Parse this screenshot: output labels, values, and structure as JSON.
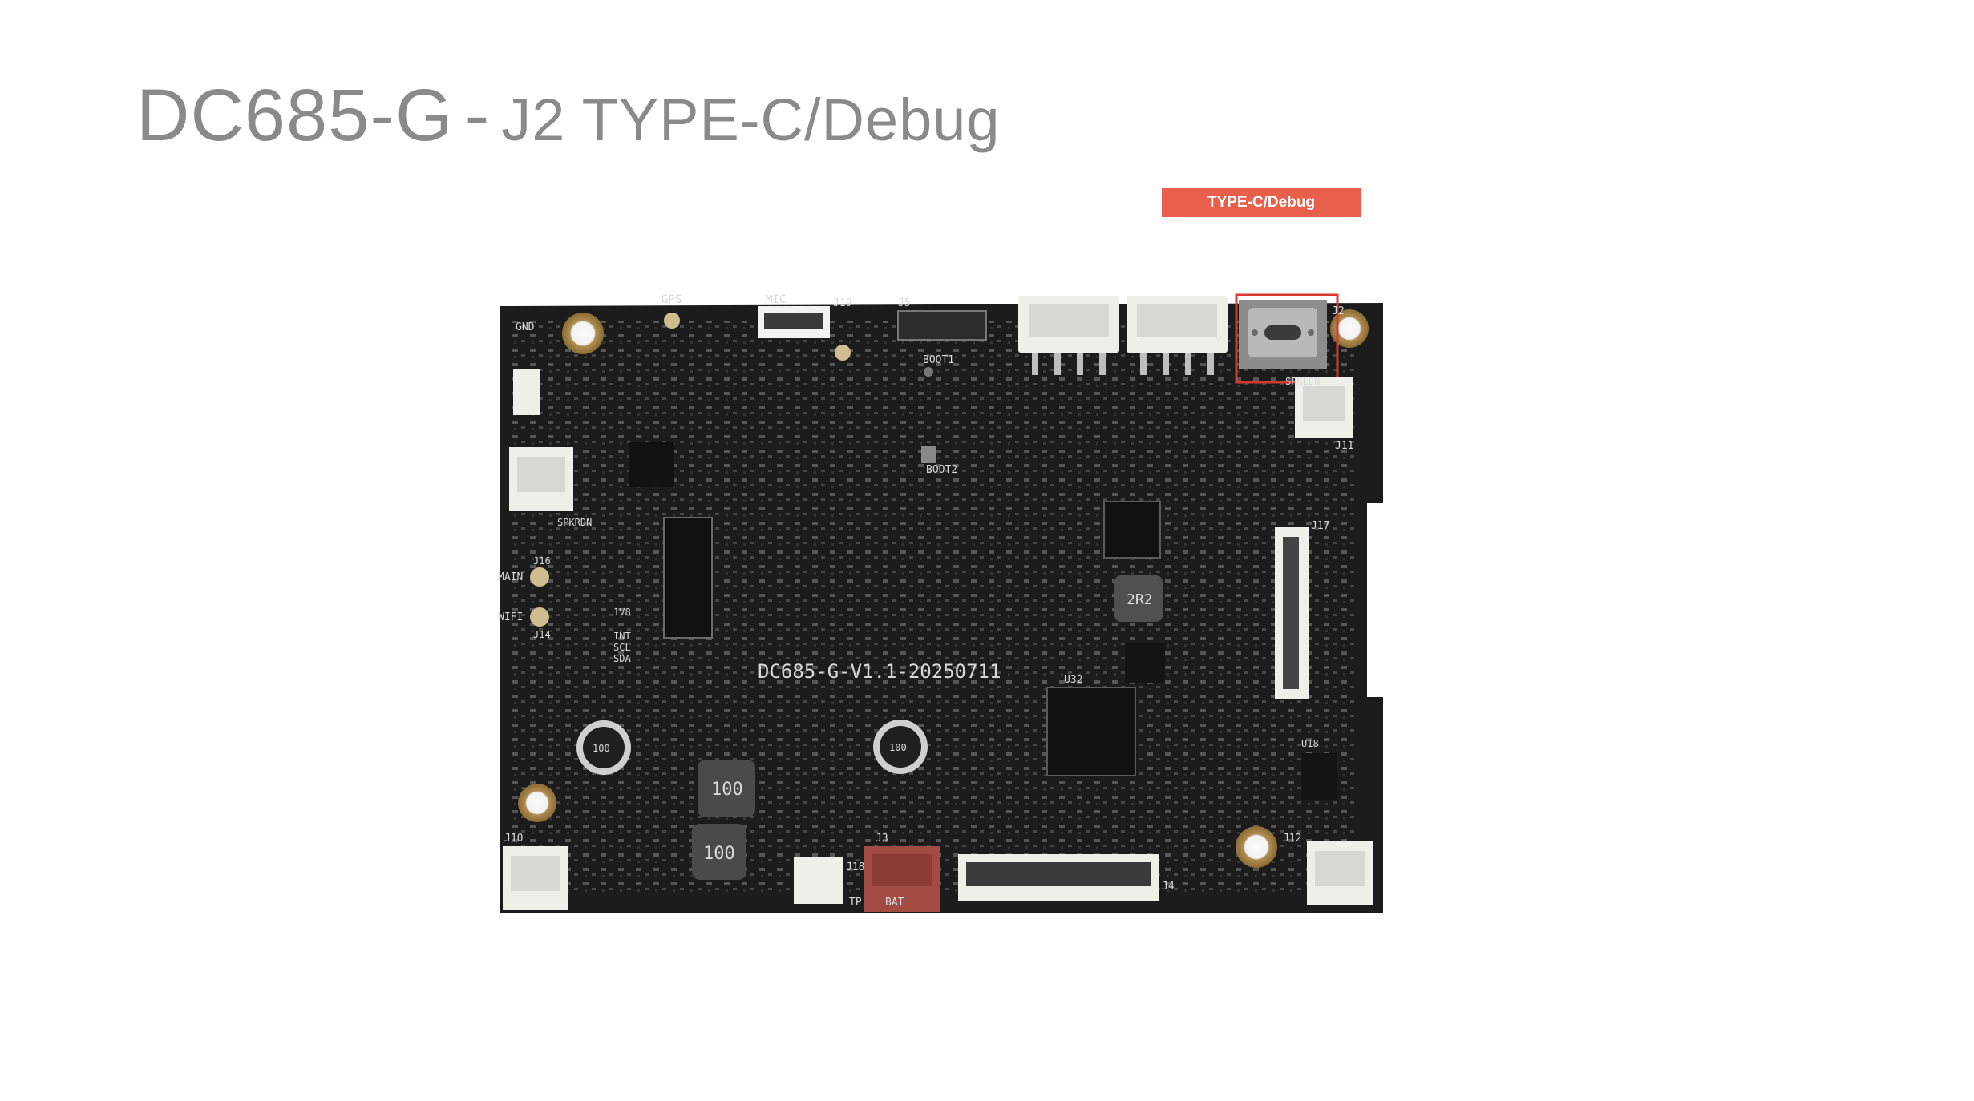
{
  "slide": {
    "title_main": "DC685-G",
    "title_separator": "-",
    "title_sub": "J2 TYPE-C/Debug",
    "callout_label": "TYPE-C/Debug"
  },
  "board": {
    "silkscreen_version": "DC685-G-V1.1-20250711",
    "labels": {
      "gps": "GPS",
      "mic": "MIC",
      "j19": "J19",
      "j5": "J5",
      "j2": "J2",
      "gnd_top": "GND",
      "boot1": "BOOT1",
      "boot2": "BOOT2",
      "main": "MAIN",
      "wifi": "WIFI",
      "j16": "J16",
      "j14": "J14",
      "j17": "J17",
      "j11": "J11",
      "j12": "J12",
      "j10": "J10",
      "j18": "J18",
      "j4": "J4",
      "j3": "J3",
      "bat": "BAT",
      "tp": "TP",
      "u32": "U32",
      "u18": "U18",
      "l3_value": "100",
      "l_value": "100",
      "l22_value": "2R2",
      "cap_left": "100",
      "cap_right": "100",
      "spkldn": "SPKLDN",
      "spkrdn": "SPKRDN",
      "vdd": "1V8",
      "int": "INT",
      "scl": "SCL",
      "sda": "SDA"
    }
  },
  "colors": {
    "title": "#8a8a8a",
    "callout_bg": "#e8604c",
    "highlight_box": "#d63a2f",
    "pcb": "#1c1c1c",
    "connector": "#efefea",
    "bat_connector": "#a24a44"
  }
}
